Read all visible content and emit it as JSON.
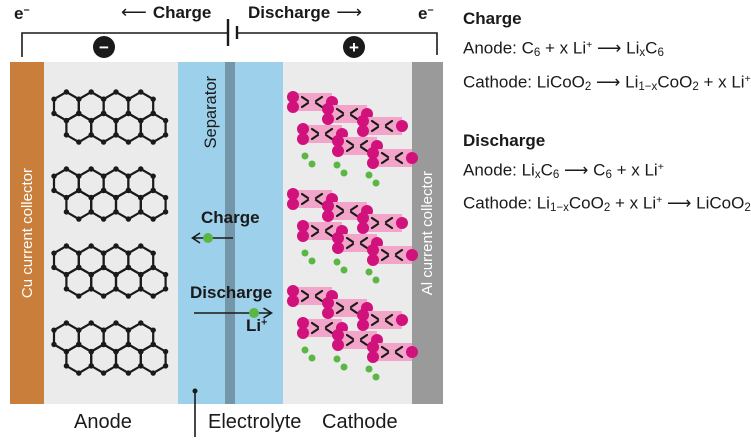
{
  "colors": {
    "cu": "#C97E3B",
    "al": "#9A9A9A",
    "graybg": "#EBEBEB",
    "blue": "#9CD0EB",
    "sep": "#7396A8",
    "pink": "#F2A5C8",
    "magenta": "#D1117C",
    "green": "#5BB743",
    "ink": "#1A1A1A"
  },
  "top": {
    "electron_left": "e^−^",
    "electron_right": "e^−^",
    "charge_arrow": "⟵",
    "charge_label": "Charge",
    "discharge_label": "Discharge",
    "discharge_arrow": "⟶",
    "negative_terminal": "−",
    "positive_terminal": "+"
  },
  "cell": {
    "cu_collector": "Cu current collector",
    "separator": "Separator",
    "al_collector": "Al current collector",
    "charge_flow": "Charge",
    "discharge_flow": "Discharge",
    "li_ion": "Li^+^",
    "anode": "Anode",
    "electrolyte": "Electrolyte",
    "cathode": "Cathode"
  },
  "equations": {
    "charge_heading": "Charge",
    "charge_anode": "Anode: C~6~ + x Li^+^ ⟶ Li~x~C~6~",
    "charge_cathode": "Cathode: LiCoO~2~ ⟶ Li~1−x~CoO~2~ + x Li^+^",
    "discharge_heading": "Discharge",
    "discharge_anode": "Anode: Li~x~C~6~ ⟶ C~6~ + x Li^+^",
    "discharge_cathode": "Cathode: Li~1−x~CoO~2~ + x Li^+^ ⟶ LiCoO~2~"
  }
}
